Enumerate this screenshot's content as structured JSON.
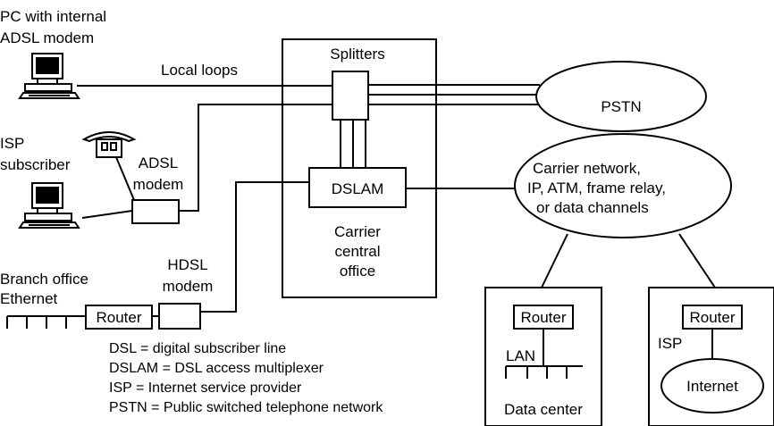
{
  "labels": {
    "pc_internal_line1": "PC with internal",
    "pc_internal_line2": "ADSL modem",
    "local_loops": "Local loops",
    "splitters": "Splitters",
    "pstn": "PSTN",
    "isp_subscriber_line1": "ISP",
    "isp_subscriber_line2": "subscriber",
    "adsl_modem_line1": "ADSL",
    "adsl_modem_line2": "modem",
    "dslam": "DSLAM",
    "carrier_co_line1": "Carrier",
    "carrier_co_line2": "central",
    "carrier_co_line3": "office",
    "carrier_net_line1": "Carrier network,",
    "carrier_net_line2": "IP, ATM, frame relay,",
    "carrier_net_line3": "or data channels",
    "branch_line1": "Branch office",
    "branch_line2": "Ethernet",
    "router_branch": "Router",
    "hdsl_modem_line1": "HDSL",
    "hdsl_modem_line2": "modem",
    "router_datacenter": "Router",
    "lan": "LAN",
    "data_center": "Data center",
    "router_isp": "Router",
    "isp": "ISP",
    "internet": "Internet"
  },
  "legend": [
    "DSL = digital subscriber line",
    "DSLAM = DSL access multiplexer",
    "ISP = Internet service provider",
    "PSTN = Public switched telephone network"
  ],
  "icons": {
    "pc_internal": "computer-icon",
    "pc_subscriber": "computer-icon",
    "phone": "telephone-icon"
  }
}
